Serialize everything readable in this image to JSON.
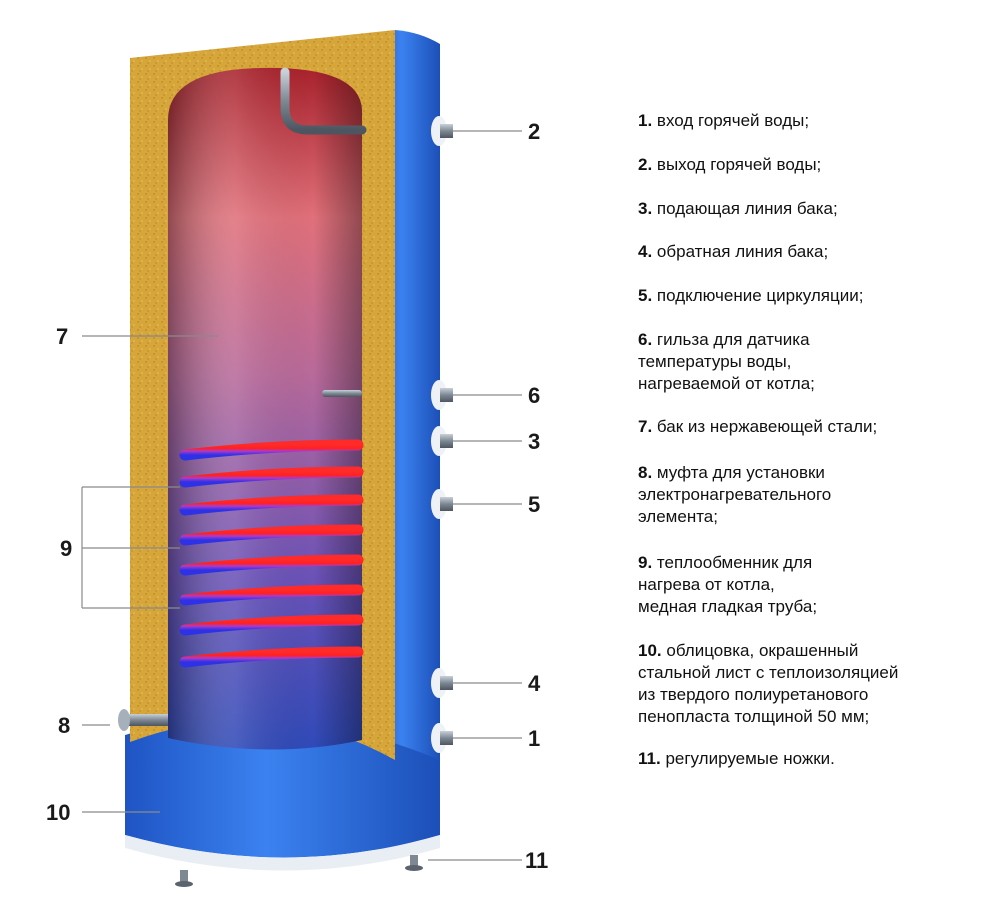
{
  "diagram": {
    "callouts": {
      "c1": "1",
      "c2": "2",
      "c3": "3",
      "c4": "4",
      "c5": "5",
      "c6": "6",
      "c7": "7",
      "c8": "8",
      "c9": "9",
      "c10": "10",
      "c11": "11"
    },
    "colors": {
      "cladding": "#2f6fe0",
      "insulation": "#d9a93a",
      "tank_top": "#b0303a",
      "tank_bottom": "#3a50c8",
      "coil_hot": "#ff2a2a",
      "coil_cold": "#2d32e6",
      "fitting": "#8f9aa5"
    }
  },
  "legend": [
    {
      "num": "1.",
      "text": "вход горячей воды;"
    },
    {
      "num": "2.",
      "text": "выход горячей воды;"
    },
    {
      "num": "3.",
      "text": "подающая линия бака;"
    },
    {
      "num": "4.",
      "text": "обратная линия бака;"
    },
    {
      "num": "5.",
      "text": "подключение циркуляции;"
    },
    {
      "num": "6.",
      "text": "гильза для датчика",
      "lines": [
        "температуры воды,",
        "нагреваемой от  котла;"
      ]
    },
    {
      "num": "7.",
      "text": "бак из нержавеющей стали;"
    },
    {
      "num": "8.",
      "text": "муфта для установки",
      "lines": [
        "электронагревательного",
        "элемента;"
      ]
    },
    {
      "num": "9.",
      "text": "теплообменник для",
      "lines": [
        "нагрева от котла,",
        "медная гладкая  труба;"
      ]
    },
    {
      "num": "10.",
      "text": "облицовка, окрашенный",
      "lines": [
        "стальной лист с теплоизоляцией",
        "из твердого полиуретанового",
        "пенопласта толщиной 50 мм;"
      ]
    },
    {
      "num": "11.",
      "text": "регулируемые ножки."
    }
  ]
}
